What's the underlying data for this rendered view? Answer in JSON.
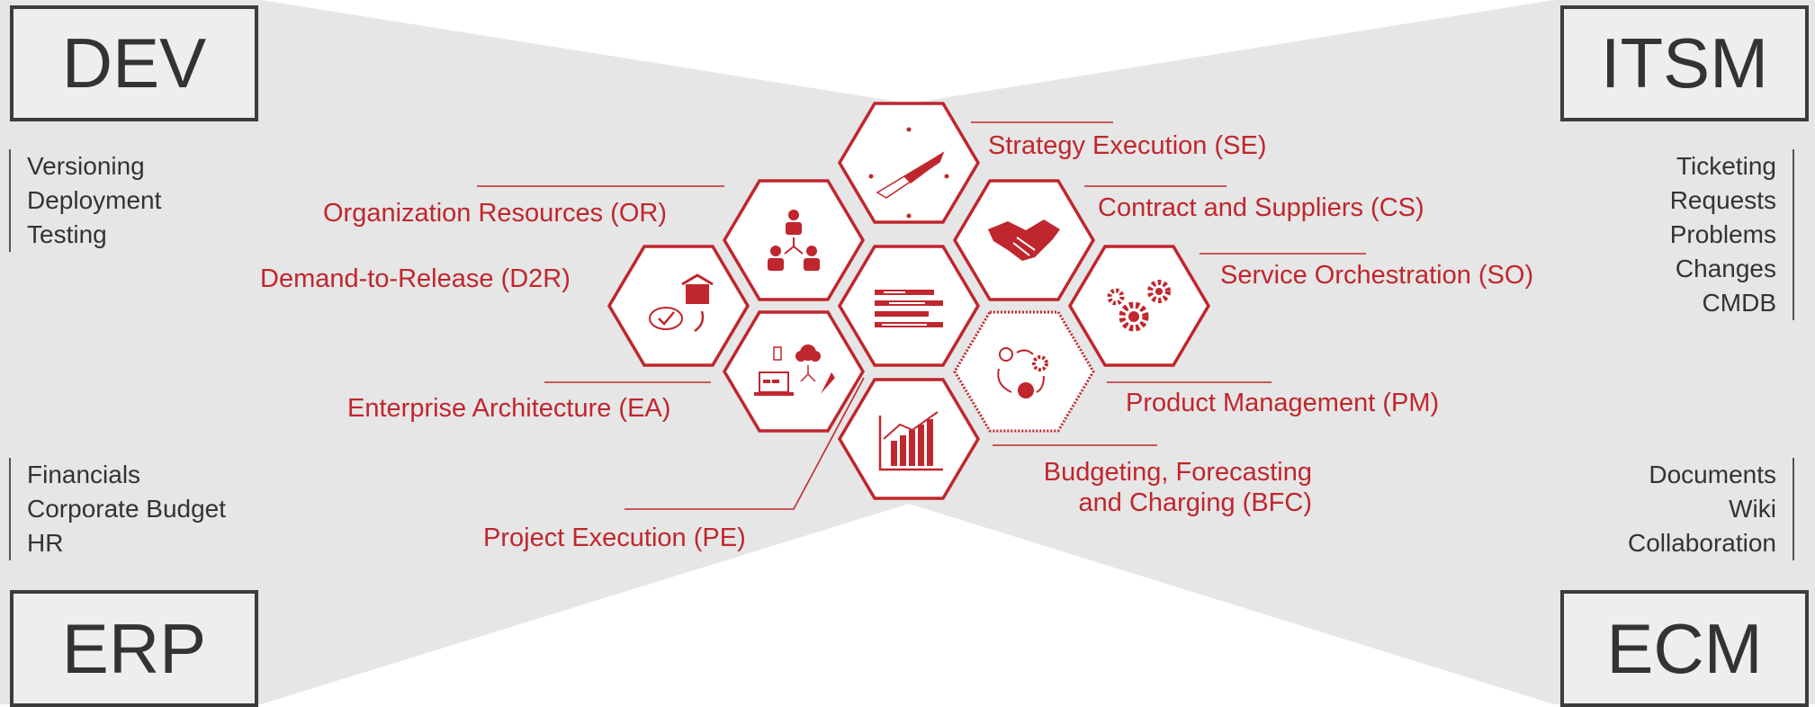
{
  "colors": {
    "accent": "#c0262d",
    "band": "#e6e6e6",
    "box_fill": "#eeeeee",
    "box_border": "#3c3c3c",
    "text": "#333333"
  },
  "corners": {
    "dev": "DEV",
    "itsm": "ITSM",
    "erp": "ERP",
    "ecm": "ECM"
  },
  "lists": {
    "dev": [
      "Versioning",
      "Deployment",
      "Testing"
    ],
    "itsm": [
      "Ticketing",
      "Requests",
      "Problems",
      "Changes",
      "CMDB"
    ],
    "erp": [
      "Financials",
      "Corporate Budget",
      "HR"
    ],
    "ecm": [
      "Documents",
      "Wiki",
      "Collaboration"
    ]
  },
  "modules": {
    "se": "Strategy Execution (SE)",
    "or": "Organization  Resources (OR)",
    "cs": "Contract and Suppliers (CS)",
    "d2r": "Demand-to-Release (D2R)",
    "so": "Service Orchestration (SO)",
    "ea": "Enterprise Architecture (EA)",
    "pm": "Product Management (PM)",
    "pe": "Project Execution (PE)",
    "bfc_line1": "Budgeting, Forecasting",
    "bfc_line2": "and Charging (BFC)"
  },
  "hex_icons": {
    "se": "rocket-icon",
    "or": "people-hierarchy-icon",
    "cs": "handshake-icon",
    "d2r": "package-checklist-icon",
    "center": "gantt-bars-icon",
    "so": "gears-icon",
    "ea": "devices-cloud-icon",
    "pm": "product-cycle-icon",
    "bfc": "bar-chart-icon"
  }
}
